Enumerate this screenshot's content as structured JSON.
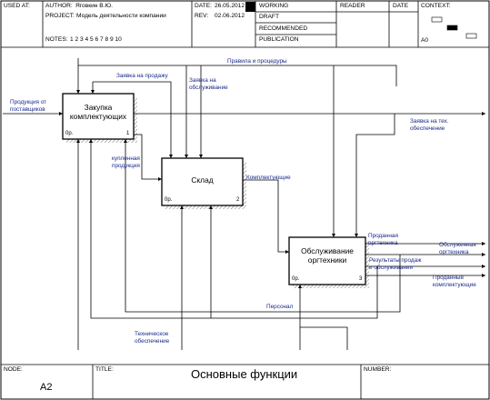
{
  "header": {
    "used_at_label": "USED AT:",
    "author_label": "AUTHOR:",
    "author_value": "Яговкин В.Ю.",
    "project_label": "PROJECT:",
    "project_value": "Модель деятельности компании",
    "notes_label": "NOTES:",
    "notes_value": "1 2 3 4 5 6 7 8 9 10",
    "date_label": "DATE:",
    "date_value": "26.05.2012",
    "rev_label": "REV:",
    "rev_value": "02.06.2012",
    "statuses": [
      "WORKING",
      "DRAFT",
      "RECOMMENDED",
      "PUBLICATION"
    ],
    "reader_label": "READER",
    "reader_date_label": "DATE",
    "context_label": "CONTEXT:",
    "context_node": "A0"
  },
  "boxes": [
    {
      "title": "Закупка\nкомплектующих",
      "cost": "0р.",
      "number": "1"
    },
    {
      "title": "Склад",
      "cost": "0р.",
      "number": "2"
    },
    {
      "title": "Обслуживание\nоргтехники",
      "cost": "0р.",
      "number": "3"
    }
  ],
  "arrow_labels": {
    "input_supplier": "Продукция от\nпоставщиков",
    "sale_request": "Заявка на продажу",
    "service_request": "Заявка на\nобслуживание",
    "rules": "Правила и процедуры",
    "tech_support_request": "Заявка на тех.\nобеспечение",
    "purchased_products": "купленная\nпродукция",
    "components": "Комплектующие",
    "sold_equipment": "Проданная\nоргтехника",
    "serviced_equipment": "Обслуженная\nоргтехника",
    "sales_results": "Результаты продаж\nи обслуживания",
    "sold_components": "Проданные\nкомплектующие",
    "personnel": "Персонал",
    "tech_equipment": "Техническое\nобеспечение"
  },
  "footer": {
    "node_label": "NODE:",
    "node_value": "A2",
    "title_label": "TITLE:",
    "title_value": "Основные функции",
    "number_label": "NUMBER:"
  }
}
